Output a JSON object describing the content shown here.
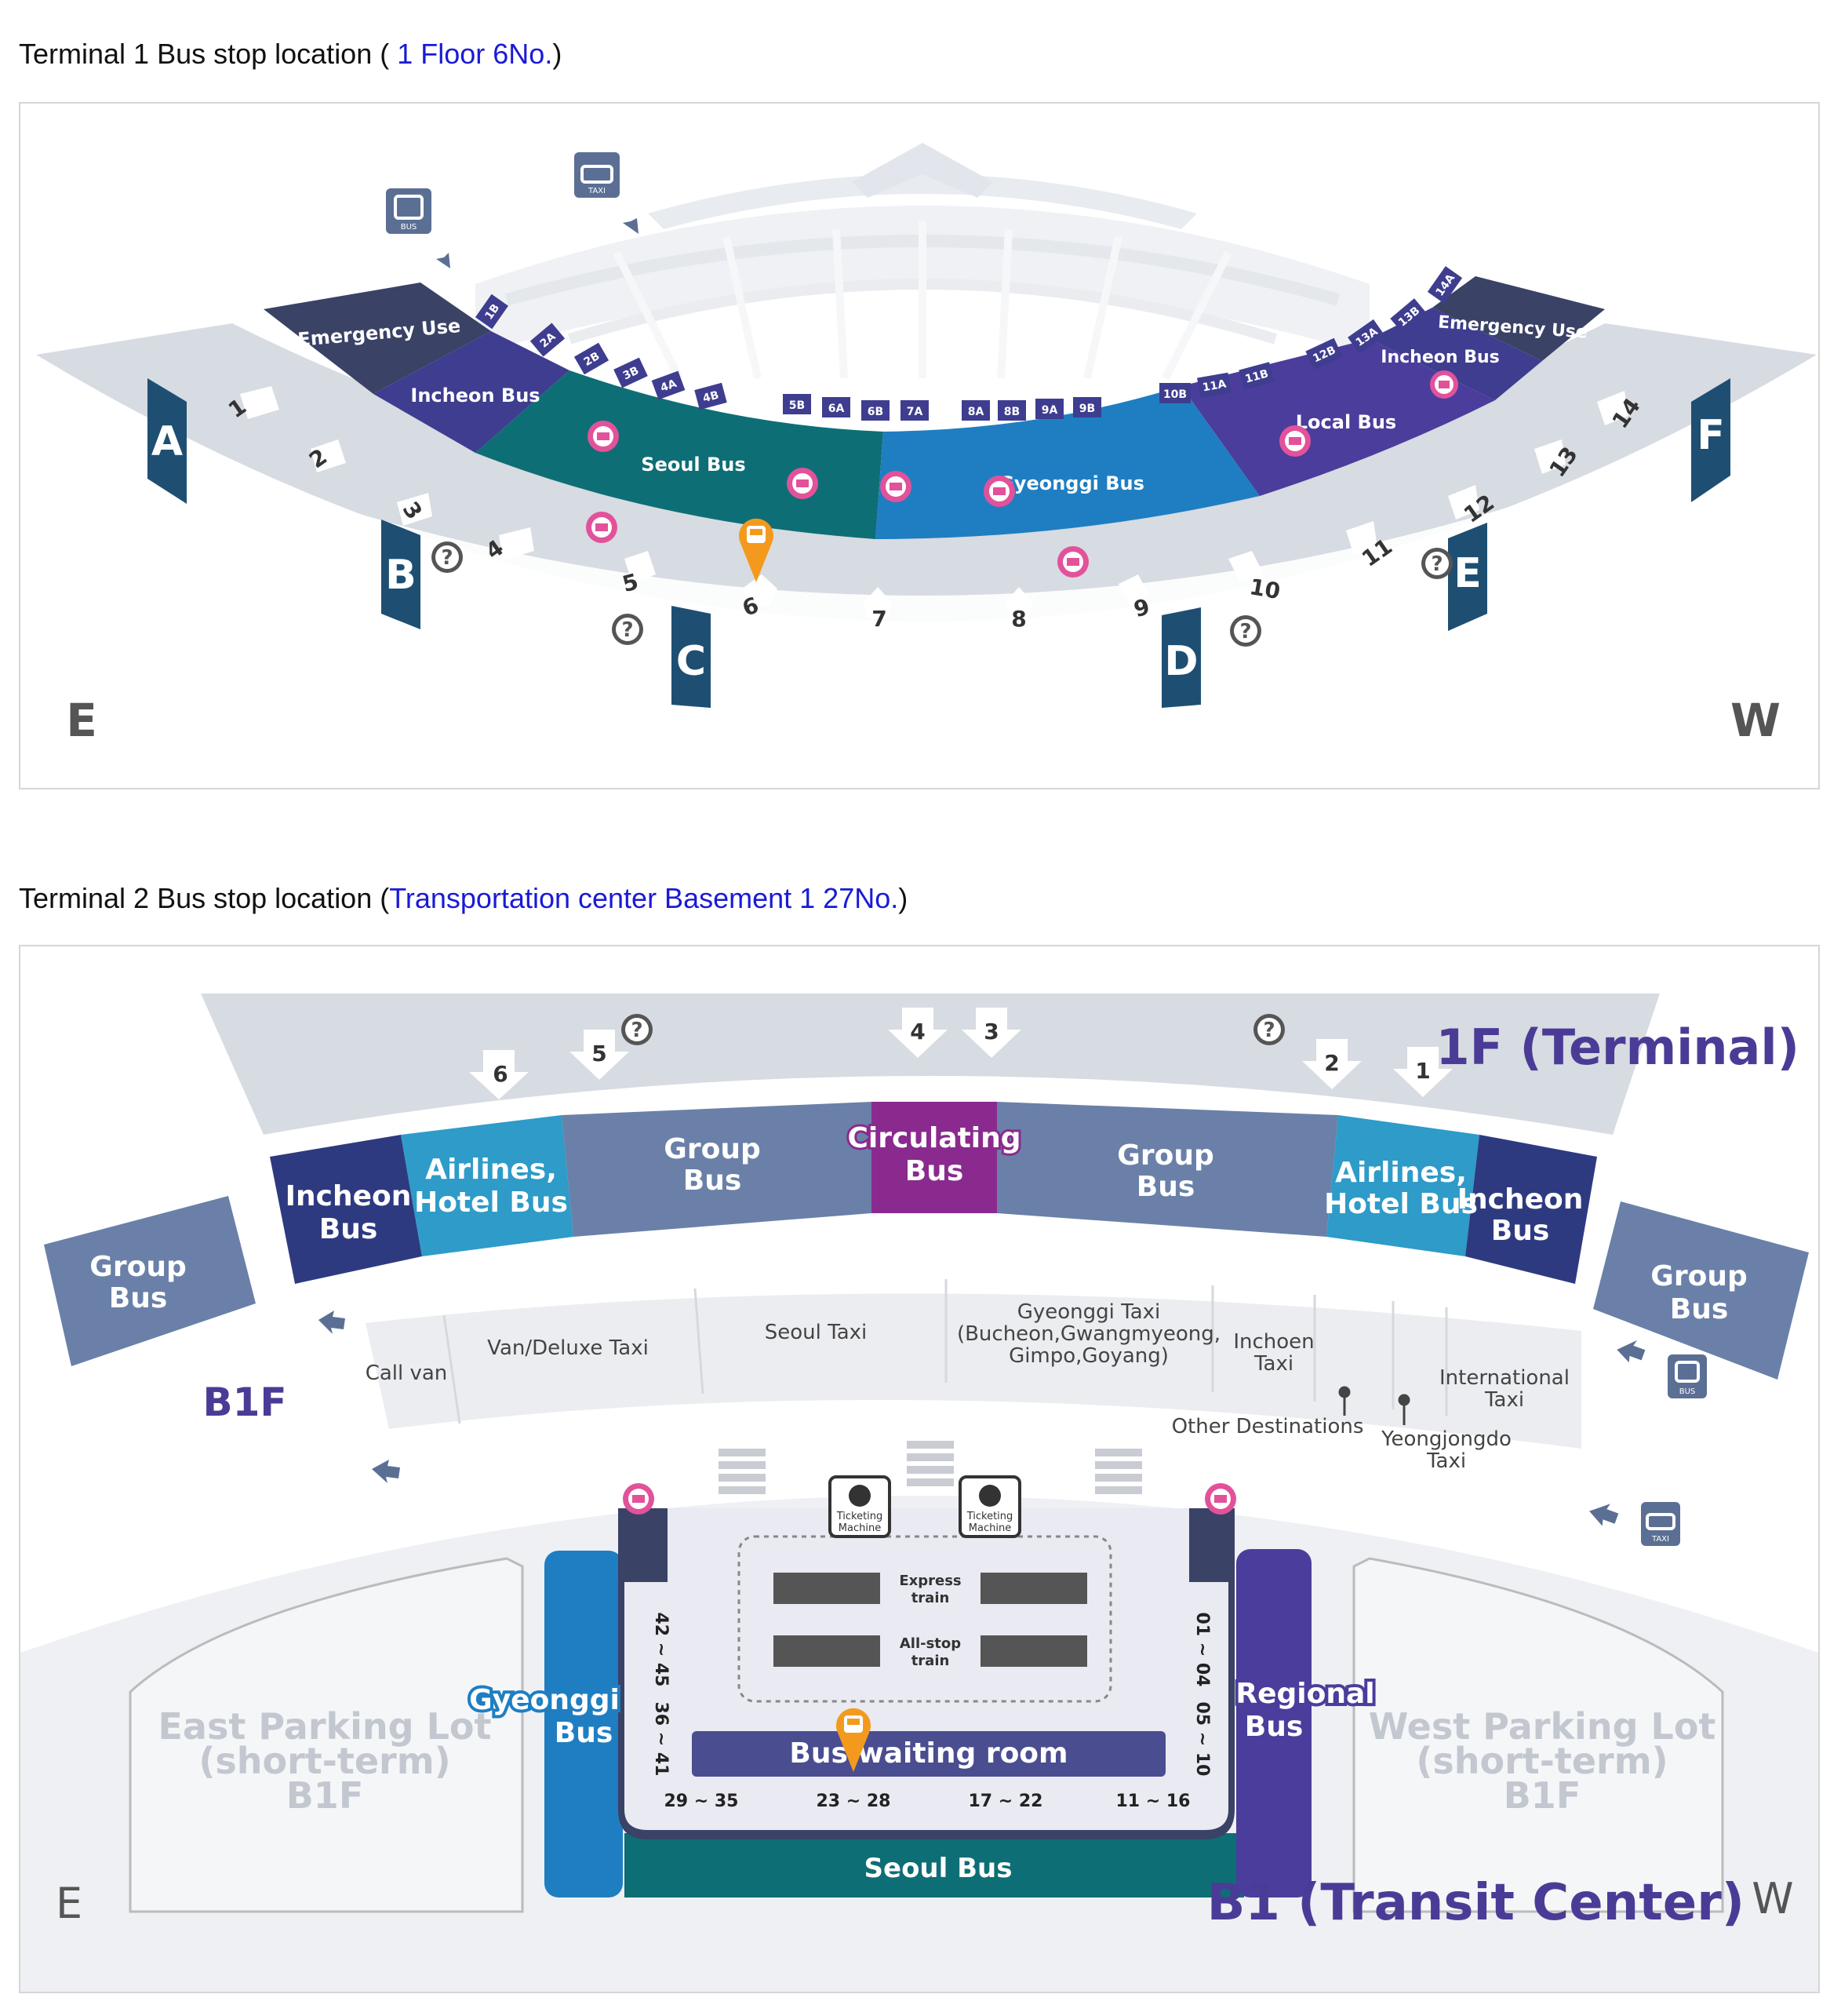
{
  "terminal1": {
    "heading_prefix": "Terminal 1 Bus stop location ( ",
    "heading_link": "1 Floor 6No.",
    "heading_suffix": ")",
    "zones": {
      "emergency_left": "Emergency Use",
      "emergency_right": "Emergency Use",
      "incheon_left": "Incheon Bus",
      "incheon_right": "Incheon Bus",
      "seoul": "Seoul Bus",
      "gyeonggi": "Gyeonggi Bus",
      "local": "Local Bus"
    },
    "gates": [
      "A",
      "B",
      "C",
      "D",
      "E",
      "F"
    ],
    "doors": [
      "1",
      "2",
      "3",
      "4",
      "5",
      "6",
      "7",
      "8",
      "9",
      "10",
      "11",
      "12",
      "13",
      "14"
    ],
    "stops": [
      "1B",
      "2A",
      "2B",
      "3B",
      "4A",
      "4B",
      "5B",
      "6A",
      "6B",
      "7A",
      "8A",
      "8B",
      "9A",
      "9B",
      "10B",
      "11A",
      "11B",
      "12B",
      "13A",
      "13B",
      "14A"
    ],
    "icon_labels": {
      "bus": "BUS",
      "taxi": "TAXI"
    },
    "direction_east": "E",
    "direction_west": "W"
  },
  "terminal2": {
    "heading_prefix": "Terminal 2 Bus stop location (",
    "heading_link": "Transportation center Basement 1 27No.",
    "heading_suffix": ")",
    "floor_1f": "1F (Terminal)",
    "floor_b1f": "B1F",
    "floor_b1": "B1 (Transit Center)",
    "doors": [
      "6",
      "5",
      "4",
      "3",
      "2",
      "1"
    ],
    "zones": {
      "group_far_left_1": "Group",
      "group_far_left_2": "Bus",
      "incheon_left_1": "Incheon",
      "incheon_left_2": "Bus",
      "airlines_left_1": "Airlines,",
      "airlines_left_2": "Hotel Bus",
      "group_left_1": "Group",
      "group_left_2": "Bus",
      "circulating_1": "Circulating",
      "circulating_2": "Bus",
      "group_right_1": "Group",
      "group_right_2": "Bus",
      "airlines_right_1": "Airlines,",
      "airlines_right_2": "Hotel Bus",
      "incheon_right_1": "Incheon",
      "incheon_right_2": "Bus",
      "group_far_right_1": "Group",
      "group_far_right_2": "Bus"
    },
    "taxi": {
      "call_van": "Call van",
      "van_deluxe": "Van/Deluxe Taxi",
      "seoul_taxi": "Seoul Taxi",
      "gyeonggi_1": "Gyeonggi Taxi",
      "gyeonggi_2": "(Bucheon,Gwangmyeong,",
      "gyeonggi_3": "Gimpo,Goyang)",
      "inchoen_1": "Inchoen",
      "inchoen_2": "Taxi",
      "international_1": "International",
      "international_2": "Taxi",
      "other": "Other Destinations",
      "yeongjongdo_1": "Yeongjongdo",
      "yeongjongdo_2": "Taxi"
    },
    "ticketing_1": "Ticketing",
    "ticketing_2": "Machine",
    "express_1": "Express",
    "express_2": "train",
    "allstop_1": "All-stop",
    "allstop_2": "train",
    "gyeonggi_bus_1": "Gyeonggi",
    "gyeonggi_bus_2": "Bus",
    "regional_bus_1": "Regional",
    "regional_bus_2": "Bus",
    "waiting_room": "Bus waiting room",
    "seoul_bus": "Seoul Bus",
    "stops_left_top": "42 ~ 45",
    "stops_left_bottom": "36 ~ 41",
    "stops_right_top": "01 ~ 04",
    "stops_right_bottom": "05 ~ 10",
    "stops_bottom": [
      "29 ~ 35",
      "23 ~ 28",
      "17 ~ 22",
      "11 ~ 16"
    ],
    "east_parking_1": "East Parking Lot",
    "east_parking_2": "(short-term)",
    "east_parking_3": "B1F",
    "west_parking_1": "West Parking Lot",
    "west_parking_2": "(short-term)",
    "west_parking_3": "B1F",
    "icon_labels": {
      "bus": "BUS",
      "taxi": "TAXI"
    },
    "direction_east": "E",
    "direction_west": "W"
  },
  "colors": {
    "navy": "#3a4266",
    "indigo": "#3f3d8f",
    "teal": "#0e6e75",
    "blue": "#1f7ec2",
    "purple": "#4b3d9c",
    "gray_zone": "#6a80a8",
    "cyan": "#2e9bc8",
    "magenta": "#8a2a8e",
    "gate": "#1e4f73",
    "pin": "#f39a1e",
    "pink": "#e2529a"
  }
}
